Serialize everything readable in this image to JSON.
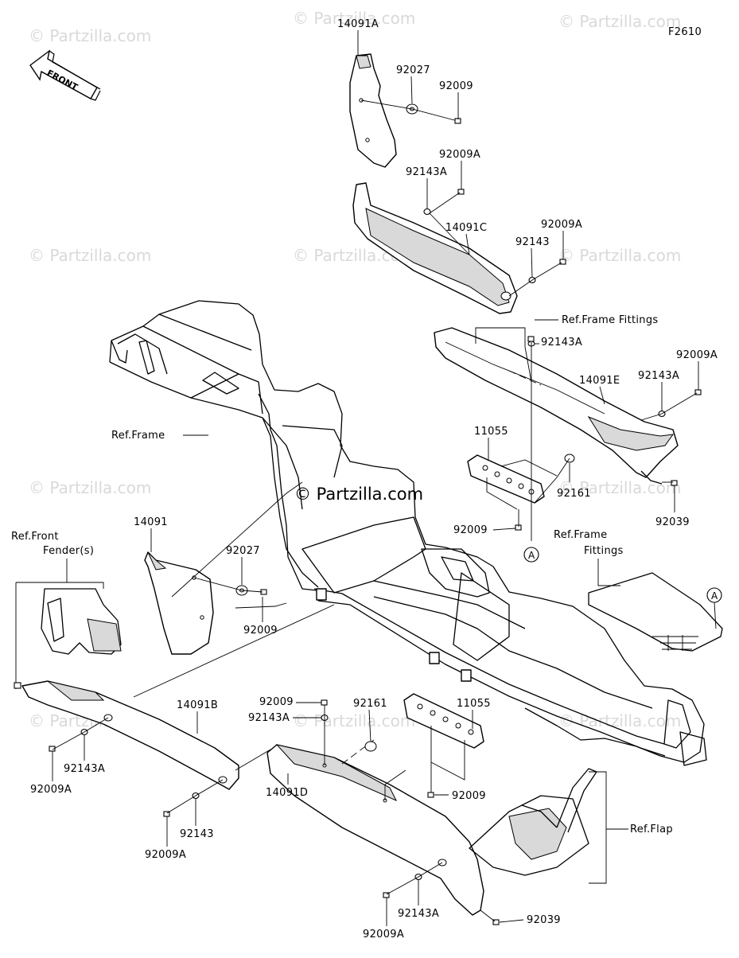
{
  "figure_code": "F2610",
  "front_arrow": "FRONT",
  "watermark": "© Partzilla.com",
  "watermark_main": "© Partzilla.com",
  "circle_marker": "A",
  "labels": {
    "p14091A": "14091A",
    "p92027_top": "92027",
    "p92009_top": "92009",
    "p92009A_a": "92009A",
    "p92143A_a": "92143A",
    "p14091C": "14091C",
    "p92143_a": "92143",
    "p92009A_b": "92009A",
    "ref_frame_fittings": "Ref.Frame Fittings",
    "p92143A_b": "92143A",
    "p92009A_c": "92009A",
    "p92143A_c": "92143A",
    "p14091E": "14091E",
    "ref_frame": "Ref.Frame",
    "p11055_a": "11055",
    "p92161_a": "92161",
    "p92039_a": "92039",
    "p92009_b": "92009",
    "ref_frame_fittings2_line1": "Ref.Frame",
    "ref_frame_fittings2_line2": "Fittings",
    "ref_front_fender_line1": "Ref.Front",
    "ref_front_fender_line2": "Fender(s)",
    "p14091": "14091",
    "p92027_b": "92027",
    "p92009_c": "92009",
    "p92009_d": "92009",
    "p92143A_d": "92143A",
    "p92161_b": "92161",
    "p11055_b": "11055",
    "p14091B": "14091B",
    "p92143A_e": "92143A",
    "p92009A_d": "92009A",
    "p92143_b": "92143",
    "p92009A_e": "92009A",
    "p14091D": "14091D",
    "p92009_e": "92009",
    "ref_flap": "Ref.Flap",
    "p92143A_f": "92143A",
    "p92009A_f": "92009A",
    "p92039_b": "92039"
  }
}
